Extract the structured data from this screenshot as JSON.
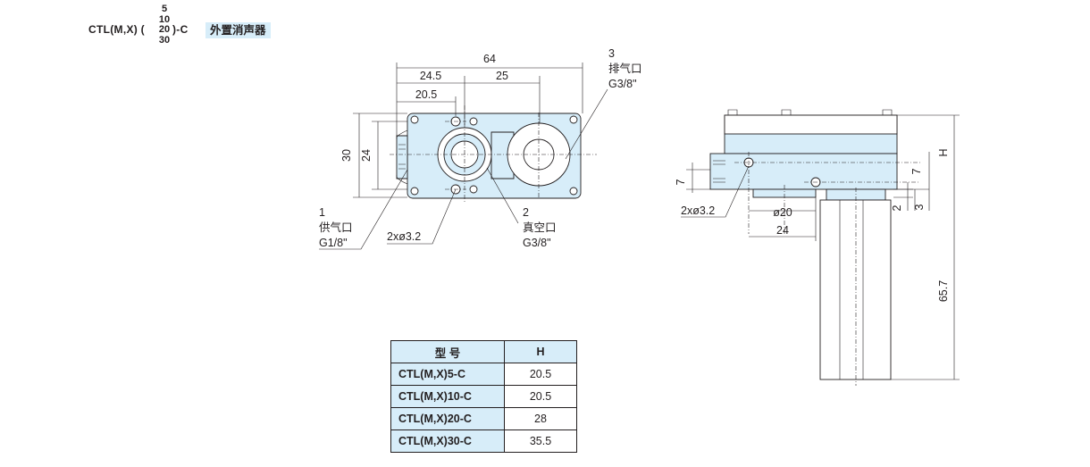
{
  "model_code": {
    "prefix": "CTL(M,X) (",
    "stroke_options": [
      "5",
      "10",
      "20",
      "30"
    ],
    "suffix": ")-C",
    "badge": "外置消声器"
  },
  "top_view": {
    "dims": {
      "overall_width": "64",
      "d_24_5": "24.5",
      "d_25": "25",
      "d_20_5": "20.5",
      "height_30": "30",
      "height_24": "24"
    },
    "port_1": {
      "num": "1",
      "name": "供气口",
      "thread": "G1/8\""
    },
    "port_2": {
      "num": "2",
      "name": "真空口",
      "thread": "G3/8\""
    },
    "port_3": {
      "num": "3",
      "name": "排气口",
      "thread": "G3/8\""
    },
    "holes": "2xø3.2"
  },
  "side_view": {
    "dims": {
      "h": "H",
      "d7_left": "7",
      "d7_right": "7",
      "d2": "2",
      "d3": "3",
      "dia20": "ø20",
      "d24": "24",
      "d65_7": "65.7"
    },
    "holes": "2xø3.2"
  },
  "table": {
    "headers": [
      "型 号",
      "H"
    ],
    "rows": [
      {
        "model": "CTL(M,X)5-C",
        "h": "20.5"
      },
      {
        "model": "CTL(M,X)10-C",
        "h": "20.5"
      },
      {
        "model": "CTL(M,X)20-C",
        "h": "28"
      },
      {
        "model": "CTL(M,X)30-C",
        "h": "35.5"
      }
    ]
  },
  "colors": {
    "accent": "#d7edf9",
    "ink": "#231f20"
  }
}
